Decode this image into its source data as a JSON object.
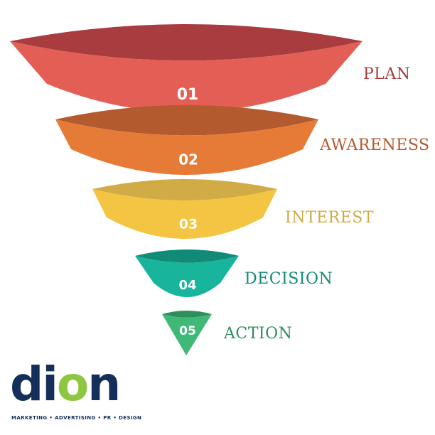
{
  "stages": [
    {
      "number": "01",
      "label": "PLAN",
      "color": "#e35e54",
      "inner_color": "#a83c3f",
      "label_color": "#a83c3f"
    },
    {
      "number": "02",
      "label": "AWARENESS",
      "color": "#e67b38",
      "inner_color": "#b35a2f",
      "label_color": "#b35a2f"
    },
    {
      "number": "03",
      "label": "INTEREST",
      "color": "#f4c542",
      "inner_color": "#d1ab45",
      "label_color": "#d1ab45"
    },
    {
      "number": "04",
      "label": "DECISION",
      "color": "#18b49b",
      "inner_color": "#118b77",
      "label_color": "#118b77"
    },
    {
      "number": "05",
      "label": "ACTION",
      "color": "#3fb878",
      "inner_color": "#2f8f5c",
      "label_color": "#2f8f5c"
    }
  ],
  "logo": {
    "brand_pre": "di",
    "brand_o": "o",
    "brand_post": "n",
    "tagline": "MARKETING • ADVERTISING • PR • DESIGN",
    "navy": "#14305a",
    "green": "#8dc63f"
  }
}
